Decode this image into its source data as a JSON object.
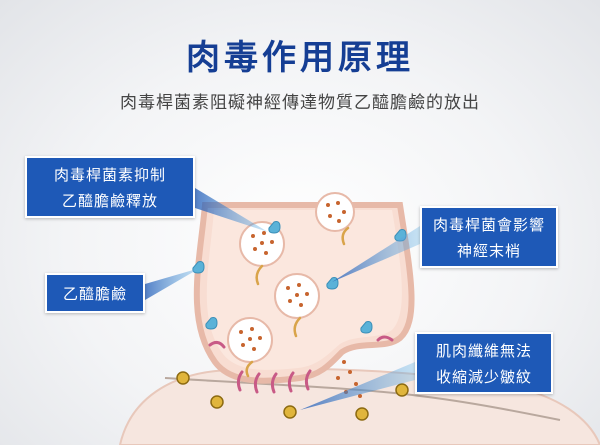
{
  "title": "肉毒作用原理",
  "subtitle": "肉毒桿菌素阻礙神經傳達物質乙醯膽鹼的放出",
  "callouts": {
    "toxin_inhibit": {
      "line1": "肉毒桿菌素抑制",
      "line2": "乙醯膽鹼釋放"
    },
    "nerve_ending": {
      "line1": "肉毒桿菌會影響",
      "line2": "神經末梢"
    },
    "acetylcholine": {
      "line1": "乙醯膽鹼"
    },
    "muscle": {
      "line1": "肌肉纖維無法",
      "line2": "收縮減少皺紋"
    }
  },
  "colors": {
    "title": "#153e94",
    "callout_bg": "#1e59b7",
    "terminal_fill": "#f8ddd2",
    "terminal_outline": "#e7b9a8",
    "vesicle_dot": "#c7642e",
    "toxin_droplet": "#5ab2d8",
    "receptor": "#c85a86",
    "muscle_node": "#e0b53c"
  }
}
